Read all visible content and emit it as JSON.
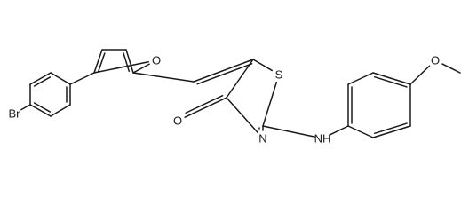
{
  "structure": {
    "atoms": [
      {
        "id": "br",
        "label": "Br"
      },
      {
        "id": "o_f",
        "label": "O"
      },
      {
        "id": "s",
        "label": "S"
      },
      {
        "id": "o_k",
        "label": "O"
      },
      {
        "id": "n",
        "label": "N"
      },
      {
        "id": "nh",
        "label": "NH"
      },
      {
        "id": "o_m",
        "label": "O"
      }
    ]
  }
}
